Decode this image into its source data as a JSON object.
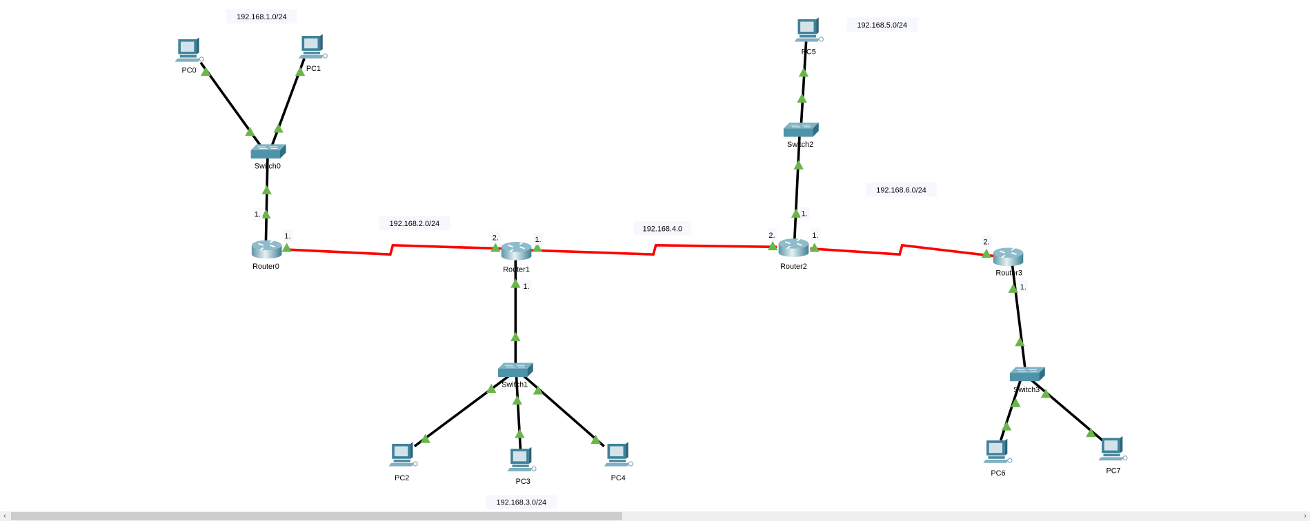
{
  "devices": [
    {
      "id": "pc0",
      "type": "pc",
      "label": "PC0"
    },
    {
      "id": "pc1",
      "type": "pc",
      "label": "PC1"
    },
    {
      "id": "switch0",
      "type": "switch",
      "label": "Switch0"
    },
    {
      "id": "router0",
      "type": "router",
      "label": "Router0"
    },
    {
      "id": "router1",
      "type": "router",
      "label": "Router1"
    },
    {
      "id": "switch1",
      "type": "switch",
      "label": "Switch1"
    },
    {
      "id": "pc2",
      "type": "pc",
      "label": "PC2"
    },
    {
      "id": "pc3",
      "type": "pc",
      "label": "PC3"
    },
    {
      "id": "pc4",
      "type": "pc",
      "label": "PC4"
    },
    {
      "id": "router2",
      "type": "router",
      "label": "Router2"
    },
    {
      "id": "switch2",
      "type": "switch",
      "label": "Switch2"
    },
    {
      "id": "pc5",
      "type": "pc",
      "label": "PC5"
    },
    {
      "id": "router3",
      "type": "router",
      "label": "Router3"
    },
    {
      "id": "switch3",
      "type": "switch",
      "label": "Switch3"
    },
    {
      "id": "pc6",
      "type": "pc",
      "label": "PC6"
    },
    {
      "id": "pc7",
      "type": "pc",
      "label": "PC7"
    }
  ],
  "network_notes": [
    "192.168.1.0/24",
    "192.168.2.0/24",
    "192.168.3.0/24",
    "192.168.4.0",
    "192.168.5.0/24",
    "192.168.6.0/24"
  ],
  "port_labels": [
    "1.",
    "1.",
    "2.",
    "1.",
    "1.",
    "2.",
    "1.",
    "1.",
    "2.",
    "1."
  ],
  "colors": {
    "serial_link": "#ff0000",
    "ethernet_link": "#000000",
    "link_up": "#6ab64a",
    "note_bg": "#f7f8fd",
    "device": "#4a90a8"
  },
  "scrollbar": {
    "left_arrow": "‹",
    "right_arrow": "›"
  }
}
